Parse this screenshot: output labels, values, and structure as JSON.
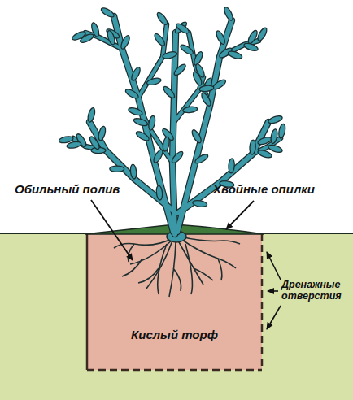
{
  "diagram": {
    "nodes": [
      {
        "text": [
          "Кислый торф"
        ]
      }
    ],
    "labels": [
      "Обильный полив",
      "Хвойные опилки",
      "Дренажные отверстия"
    ]
  }
}
